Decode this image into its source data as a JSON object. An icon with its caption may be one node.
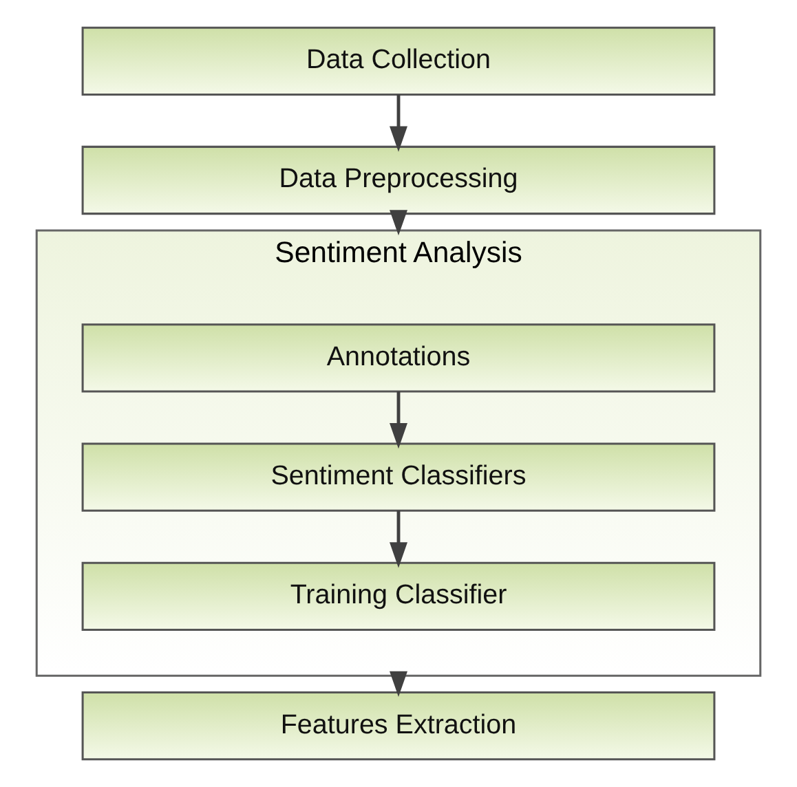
{
  "diagram": {
    "nodes": [
      {
        "text": [
          "Data Collection"
        ]
      },
      {
        "text": [
          "Data Preprocessing"
        ]
      },
      {
        "text": [
          "Sentiment Analysis"
        ]
      },
      {
        "text": [
          "Annotations"
        ],
        "in": 2
      },
      {
        "text": [
          "Sentiment Classifiers"
        ],
        "in": 2
      },
      {
        "text": [
          "Training Classifier"
        ],
        "in": 2
      },
      {
        "text": [
          "Features Extraction"
        ]
      }
    ],
    "edges": [
      {
        "from": 0,
        "to": 1,
        "arrow": "to"
      },
      {
        "from": 1,
        "to": 2,
        "arrow": "to"
      },
      {
        "from": 3,
        "to": 4,
        "arrow": "to"
      },
      {
        "from": 4,
        "to": 5,
        "arrow": "to"
      },
      {
        "from": 2,
        "to": 6,
        "arrow": "to"
      }
    ]
  }
}
